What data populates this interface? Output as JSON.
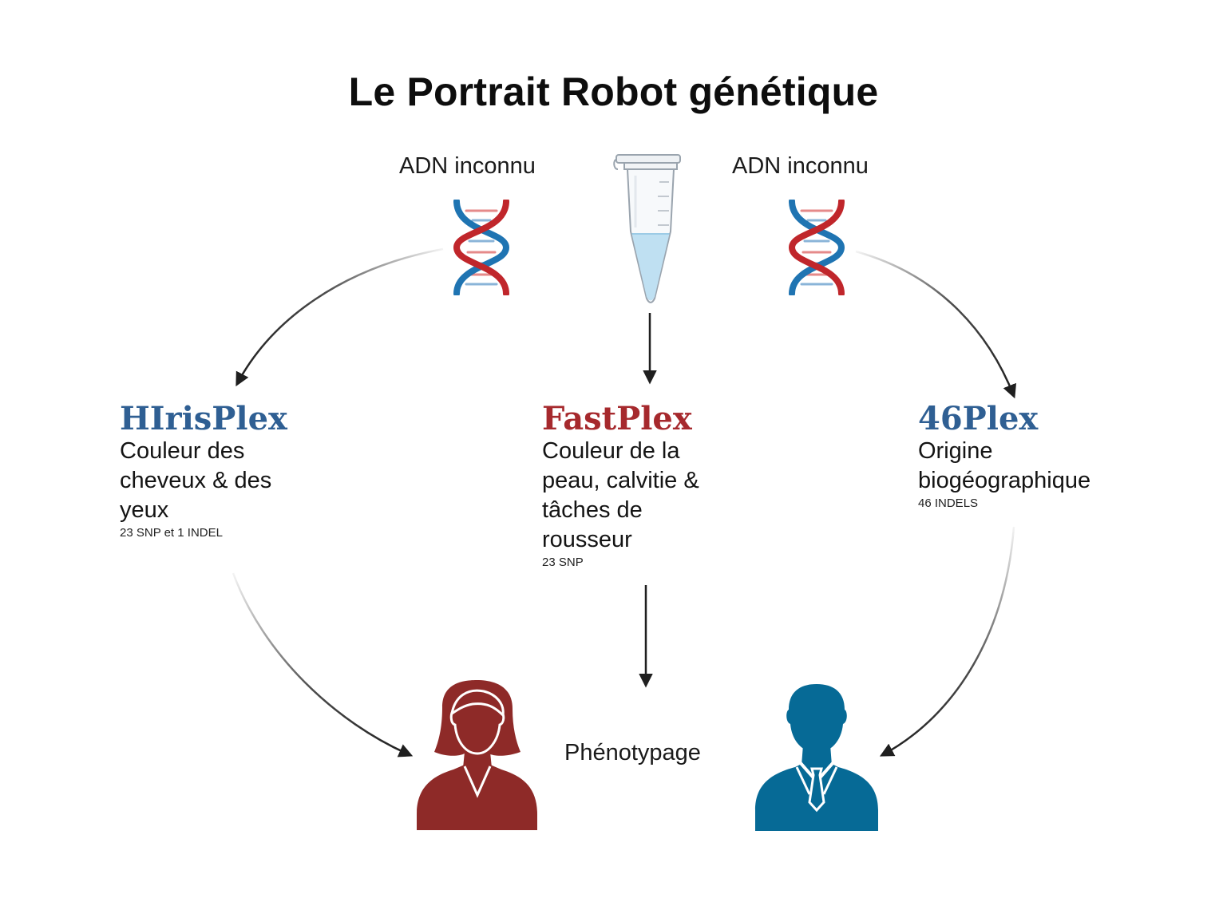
{
  "title": "Le Portrait Robot génétique",
  "sample": {
    "left_label": "ADN inconnu",
    "right_label": "ADN inconnu"
  },
  "methods": [
    {
      "name": "HIrisPlex",
      "color": "#2f5f93",
      "description_lines": [
        "Couleur des",
        "cheveux & des",
        "yeux"
      ],
      "markers": "23 SNP et 1 INDEL"
    },
    {
      "name": "FastPlex",
      "color": "#a6292d",
      "description_lines": [
        "Couleur de la",
        "peau, calvitie &",
        "tâches de",
        "rousseur"
      ],
      "markers": "23 SNP"
    },
    {
      "name": "46Plex",
      "color": "#2f5f93",
      "description_lines": [
        "Origine",
        "biogéographique"
      ],
      "markers": "46 INDELS"
    }
  ],
  "outcome": {
    "label": "Phénotypage",
    "female_color": "#8e2a28",
    "male_color": "#066a96"
  },
  "icons": [
    "dna-icon",
    "tube-icon",
    "female-person-icon",
    "male-person-icon"
  ]
}
